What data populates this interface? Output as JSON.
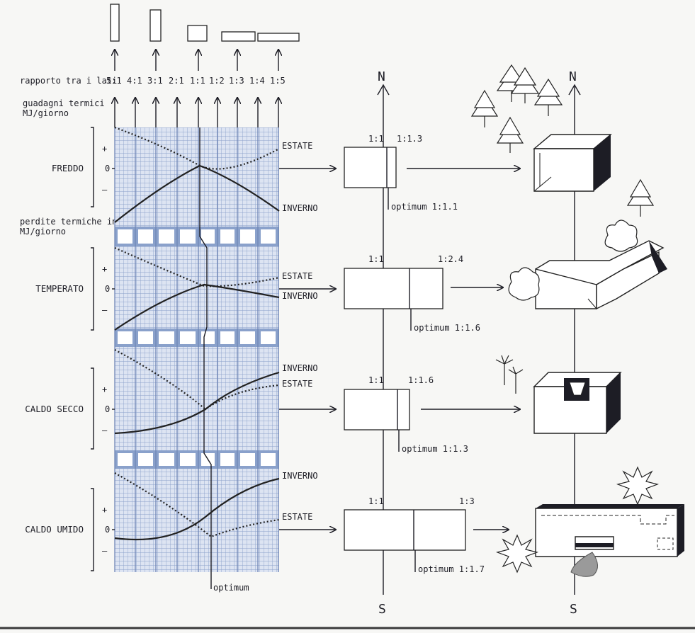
{
  "ratio_label": "rapporto tra i lati",
  "gains_label_1": "guadagni termici",
  "gains_label_2": "MJ/giorno",
  "losses_label_1": "perdite termiche in",
  "losses_label_2": "MJ/giorno",
  "ratios": [
    "5:1",
    "4:1",
    "3:1",
    "2:1",
    "1:1",
    "1:2",
    "1:3",
    "1:4",
    "1:5"
  ],
  "plus": "+",
  "minus": "–",
  "zero": "0",
  "optimum": "optimum",
  "north": "N",
  "south": "S",
  "climates": [
    {
      "name": "FREDDO",
      "label_top": "ESTATE",
      "label_bottom": "INVERNO",
      "left_ratio": "1:1",
      "right_ratio": "1:1.3",
      "opt_text": "optimum 1:1.1"
    },
    {
      "name": "TEMPERATO",
      "label_top": "ESTATE",
      "label_bottom": "INVERNO",
      "left_ratio": "1:1",
      "right_ratio": "1:2.4",
      "opt_text": "optimum 1:1.6"
    },
    {
      "name": "CALDO SECCO",
      "label_top": "INVERNO",
      "label_bottom": "ESTATE",
      "left_ratio": "1:1",
      "right_ratio": "1:1.6",
      "opt_text": "optimum 1:1.3"
    },
    {
      "name": "CALDO UMIDO",
      "label_top": "INVERNO",
      "label_bottom": "ESTATE",
      "left_ratio": "1:1",
      "right_ratio": "1:3",
      "opt_text": "optimum 1:1.7"
    }
  ],
  "colors": {
    "grid": "#8aa1cb",
    "grid_fill": "#dde4f2",
    "ink": "#1d1d25",
    "paper": "#f7f7f5"
  }
}
